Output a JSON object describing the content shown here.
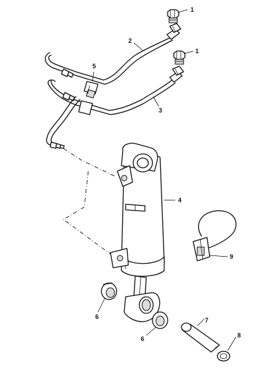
{
  "callouts": {
    "c1a": "1",
    "c1b": "1",
    "c2": "2",
    "c3": "3",
    "c4": "4",
    "c5": "5",
    "c6a": "6",
    "c6b": "6",
    "c7": "7",
    "c8": "8",
    "c9": "9"
  }
}
